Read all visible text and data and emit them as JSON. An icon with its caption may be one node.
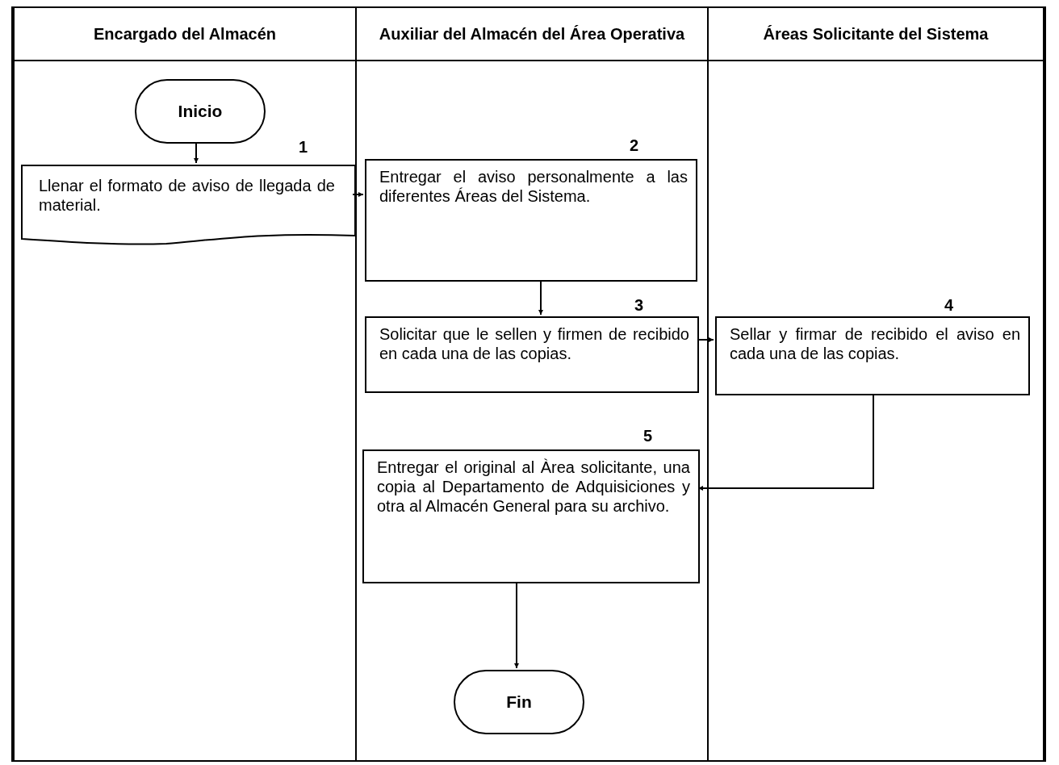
{
  "diagram": {
    "nodes": [
      {
        "text": [
          "Encargado del Almacén"
        ]
      },
      {
        "text": [
          "Auxiliar del Almacén del Área Operativa"
        ]
      },
      {
        "text": [
          "Áreas Solicitante del Sistema"
        ]
      },
      {
        "text": [
          "Inicio"
        ],
        "in": 0
      },
      {
        "text": [
          "Llenar el formato de aviso de llegada de material."
        ],
        "in": 0,
        "beside": [
          "1"
        ]
      },
      {
        "text": [
          "Entregar el aviso personalmente a las diferentes Áreas del Sistema."
        ],
        "in": 1,
        "beside": [
          "2"
        ]
      },
      {
        "text": [
          "Solicitar que le sellen y firmen de recibido en cada una de las copias."
        ],
        "in": 1,
        "beside": [
          "3"
        ]
      },
      {
        "text": [
          "Sellar y firmar de recibido el aviso en cada una de las copias."
        ],
        "in": 2,
        "beside": [
          "4"
        ]
      },
      {
        "text": [
          "Entregar el original al Àrea solicitante, una copia al Departamento de Adquisiciones y otra al Almacén General para su archivo."
        ],
        "in": 1,
        "beside": [
          "5"
        ]
      },
      {
        "text": [
          "Fin"
        ],
        "in": 1
      }
    ],
    "edges": [
      {
        "from": 3,
        "to": 4,
        "arrow": "to"
      },
      {
        "from": 4,
        "to": 5,
        "arrow": "to"
      },
      {
        "from": 5,
        "to": 6,
        "arrow": "to"
      },
      {
        "from": 6,
        "to": 7,
        "arrow": "to"
      },
      {
        "from": 7,
        "to": 8,
        "arrow": "to"
      },
      {
        "from": 8,
        "to": 9,
        "arrow": "to"
      }
    ]
  }
}
